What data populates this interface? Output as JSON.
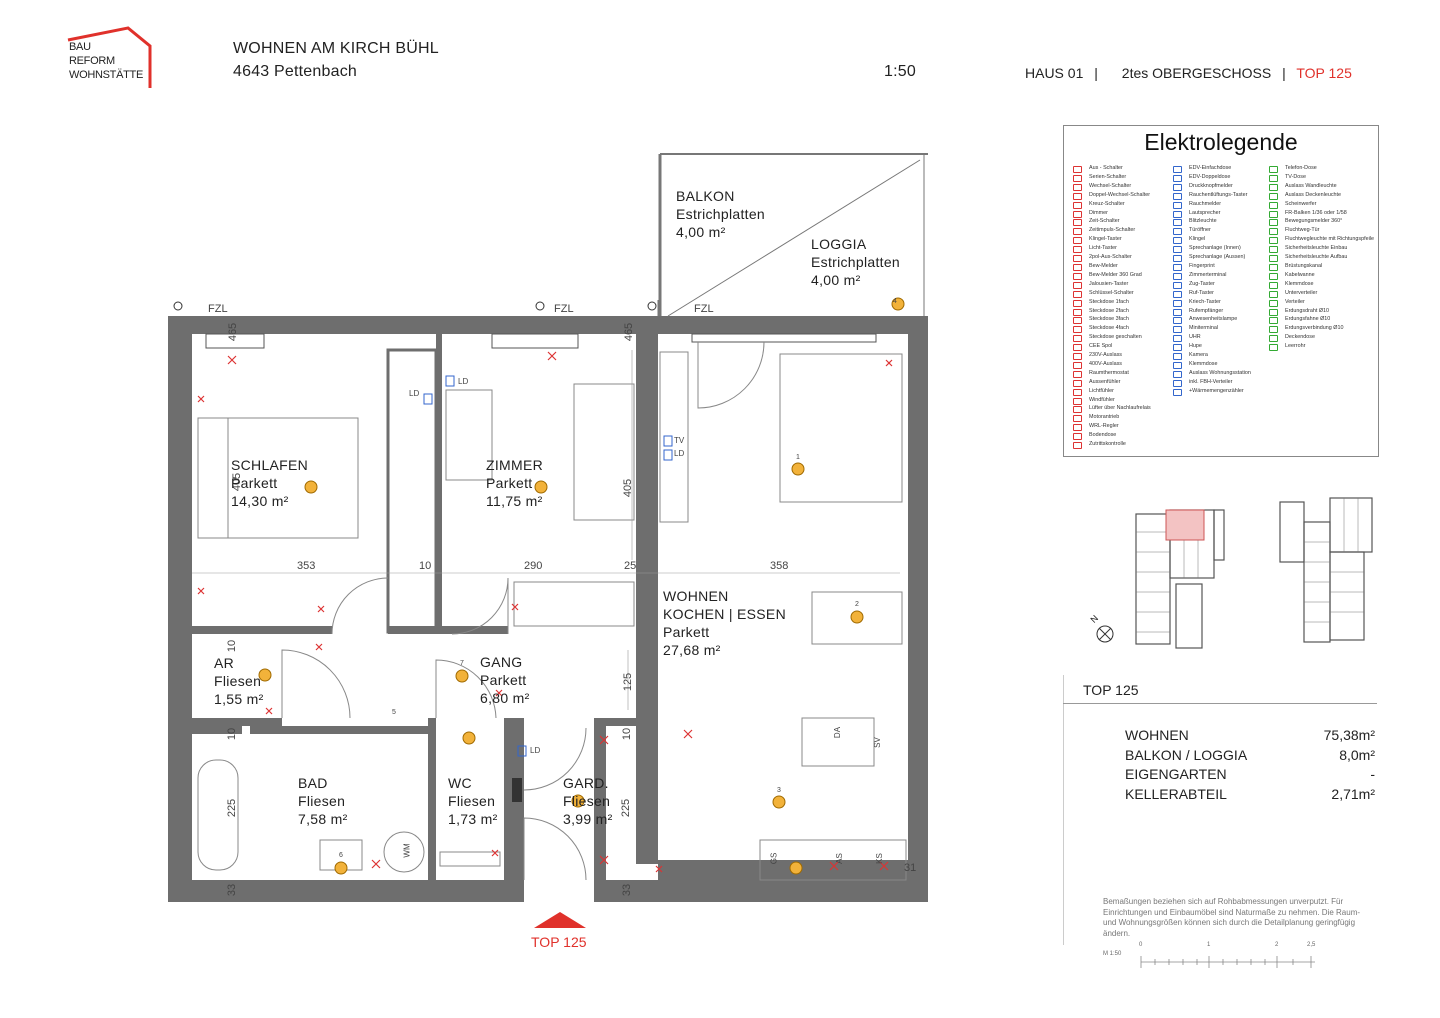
{
  "header": {
    "logo_lines": [
      "BAU",
      "REFORM",
      "WOHNSTÄTTE"
    ],
    "project_title": "WOHNEN AM KIRCH BÜHL",
    "address": "4643 Pettenbach",
    "scale": "1:50",
    "building": "HAUS 01",
    "separator": "|",
    "floor": "2tes OBERGESCHOSS",
    "unit": "TOP 125"
  },
  "rooms": {
    "balkon": {
      "name": "BALKON",
      "floor": "Estrichplatten",
      "area": "4,00 m²"
    },
    "loggia": {
      "name": "LOGGIA",
      "floor": "Estrichplatten",
      "area": "4,00 m²"
    },
    "schlafen": {
      "name": "SCHLAFEN",
      "floor": "Parkett",
      "area": "14,30 m²"
    },
    "zimmer": {
      "name": "ZIMMER",
      "floor": "Parkett",
      "area": "11,75 m²"
    },
    "wohnen": {
      "name": "WOHNEN",
      "name2": "KOCHEN | ESSEN",
      "floor": "Parkett",
      "area": "27,68 m²"
    },
    "ar": {
      "name": "AR",
      "floor": "Fliesen",
      "area": "1,55 m²"
    },
    "gang": {
      "name": "GANG",
      "floor": "Parkett",
      "area": "6,80 m²"
    },
    "bad": {
      "name": "BAD",
      "floor": "Fliesen",
      "area": "7,58 m²"
    },
    "wc": {
      "name": "WC",
      "floor": "Fliesen",
      "area": "1,73 m²"
    },
    "gard": {
      "name": "GARD.",
      "floor": "Fliesen",
      "area": "3,99 m²"
    }
  },
  "plan_labels": {
    "fzl": "FZL",
    "dims": [
      "353",
      "10",
      "290",
      "25",
      "358",
      "405",
      "405",
      "465",
      "465",
      "10",
      "125",
      "10",
      "10",
      "225",
      "225",
      "33",
      "33",
      "31"
    ],
    "entrance": "TOP 125",
    "appliances": {
      "wm": "WM",
      "gs": "GS",
      "as": "AS",
      "ks": "KS",
      "tv": "TV",
      "ld": "LD",
      "da": "DA",
      "sv": "SV"
    },
    "light_numbers": [
      "1",
      "2",
      "3",
      "4",
      "5",
      "6",
      "7"
    ]
  },
  "legend": {
    "title": "Elektrolegende",
    "col1": [
      "Aus - Schalter",
      "Serien-Schalter",
      "Wechsel-Schalter",
      "Doppel-Wechsel-Schalter",
      "Kreuz-Schalter",
      "Dimmer",
      "Zeit-Schalter",
      "Zeitimpuls-Schalter",
      "Klingel-Taster",
      "Licht-Taster",
      "2pol-Aus-Schalter",
      "Bew-Melder",
      "Bew-Melder 360 Grad",
      "Jalousien-Taster",
      "Schlüssel-Schalter",
      "Steckdose 1fach",
      "Steckdose 2fach",
      "Steckdose 3fach",
      "Steckdose 4fach",
      "Steckdose geschalten",
      "CEE Spol",
      "230V-Auslass",
      "400V-Auslass",
      "Raumthermostat",
      "Aussenfühler",
      "Lichtfühler",
      "Windfühler",
      "Lüfter über Nachlaufrelais",
      "Motorantrieb",
      "WRL-Regler",
      "Bodendose",
      "Zutrittskontrolle"
    ],
    "col2": [
      "EDV-Einfachdose",
      "EDV-Doppeldose",
      "Druckknopfmelder",
      "Rauchentlüftungs-Taster",
      "Rauchmelder",
      "Lautsprecher",
      "Blitzleuchte",
      "Türöffner",
      "Klingel",
      "Sprechanlage (Innen)",
      "Sprechanlage (Aussen)",
      "Fingerprint",
      "Zimmerterminal",
      "Zug-Taster",
      "Ruf-Taster",
      "Kriech-Taster",
      "Rufempfänger",
      "Anwesenheitslampe",
      "Miniterminal",
      "UHR",
      "Hupe",
      "Kamera",
      "Klemmdose",
      "",
      "",
      "Auslass Wohnungsstation",
      "inkl. FBH-Verteiler",
      "+Wärmemengenzähler"
    ],
    "col3": [
      "Telefon-Dose",
      "TV-Dose",
      "Auslass Wandleuchte",
      "Auslass Deckenleuchte",
      "Scheinwerfer",
      "FR-Balken 1/36 oder 1/58",
      "Bewegungsmelder 360°",
      "",
      "Fluchtweg-Tür",
      "Fluchtwegleuchte mit Richtungspfeile",
      "Sicherheitsleuchte Einbau",
      "Sicherheitsleuchte Aufbau",
      "Brüstungskanal",
      "Kabelwanne",
      "Klemmdose",
      "Unterverteiler",
      "Verteiler",
      "Erdungsdraht Ø10",
      "Erdungsfahne Ø10",
      "Erdungsverbindung Ø10",
      "Deckendose",
      "Leerrohr"
    ]
  },
  "summary": {
    "title": "TOP 125",
    "rows": [
      {
        "label": "WOHNEN",
        "value": "75,38m²"
      },
      {
        "label": "BALKON / LOGGIA",
        "value": "8,0m²"
      },
      {
        "label": "EIGENGARTEN",
        "value": "-"
      },
      {
        "label": "KELLERABTEIL",
        "value": "2,71m²"
      }
    ]
  },
  "compass": "N",
  "note": "Bemaßungen beziehen sich auf Rohbabmessungen unverputzt. Für Einrichtungen und Einbaumöbel sind Naturmaße zu nehmen. Die Raum- und Wohnungsgrößen können sich durch die Detailplanung geringfügig ändern.",
  "scale_bar": {
    "label": "M 1:50",
    "ticks": [
      "0",
      "1",
      "2",
      "2,5"
    ]
  },
  "colors": {
    "wall": "#6e6e6e",
    "accent": "#e0312b",
    "fixture": "#f2b23a",
    "highlight": "#f3c3c3"
  }
}
